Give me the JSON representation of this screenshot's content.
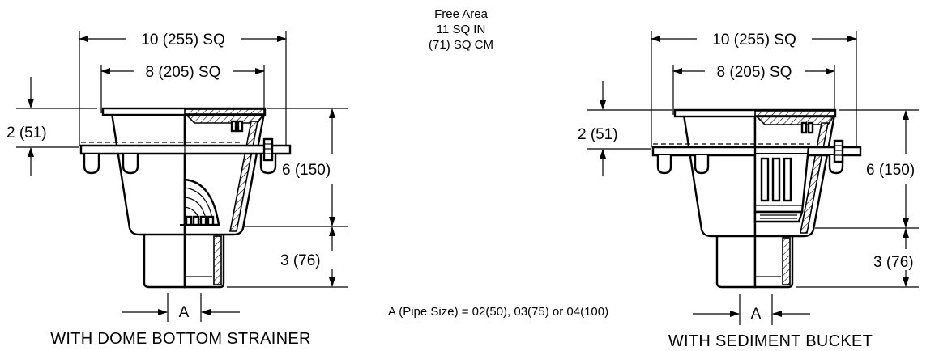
{
  "free_area": {
    "line1": "Free Area",
    "line2": "11 SQ IN",
    "line3": "(71) SQ CM"
  },
  "left_drain": {
    "dim_outer": "10 (255) SQ",
    "dim_inner": "8 (205) SQ",
    "dim_flange": "2 (51)",
    "dim_body": "6 (150)",
    "dim_outlet": "3 (76)",
    "dim_pipe": "A",
    "caption": "WITH DOME BOTTOM STRAINER"
  },
  "right_drain": {
    "dim_outer": "10 (255) SQ",
    "dim_inner": "8 (205) SQ",
    "dim_flange": "2 (51)",
    "dim_body": "6 (150)",
    "dim_outlet": "3 (76)",
    "dim_pipe": "A",
    "caption": "WITH SEDIMENT BUCKET"
  },
  "pipe_note": "A (Pipe Size) = 02(50), 03(75) or 04(100)"
}
